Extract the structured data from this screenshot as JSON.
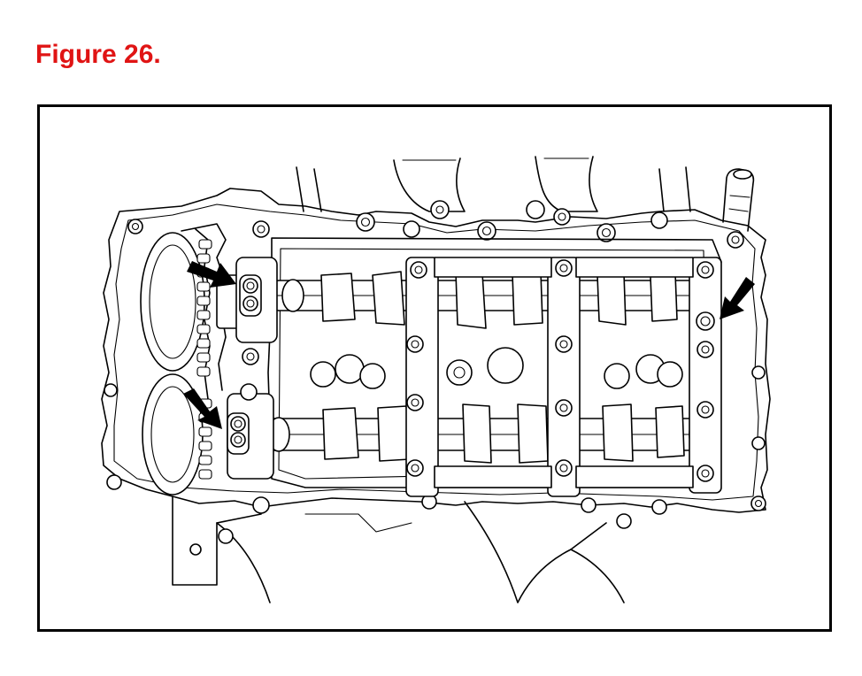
{
  "figure": {
    "title": "Figure 26."
  },
  "colors": {
    "title": "#e01414",
    "frame": "#000000",
    "line_art": "#000000",
    "background": "#ffffff"
  },
  "illustration": {
    "subject": "engine-cylinder-head-camshafts",
    "callout_arrow_count": 3
  }
}
